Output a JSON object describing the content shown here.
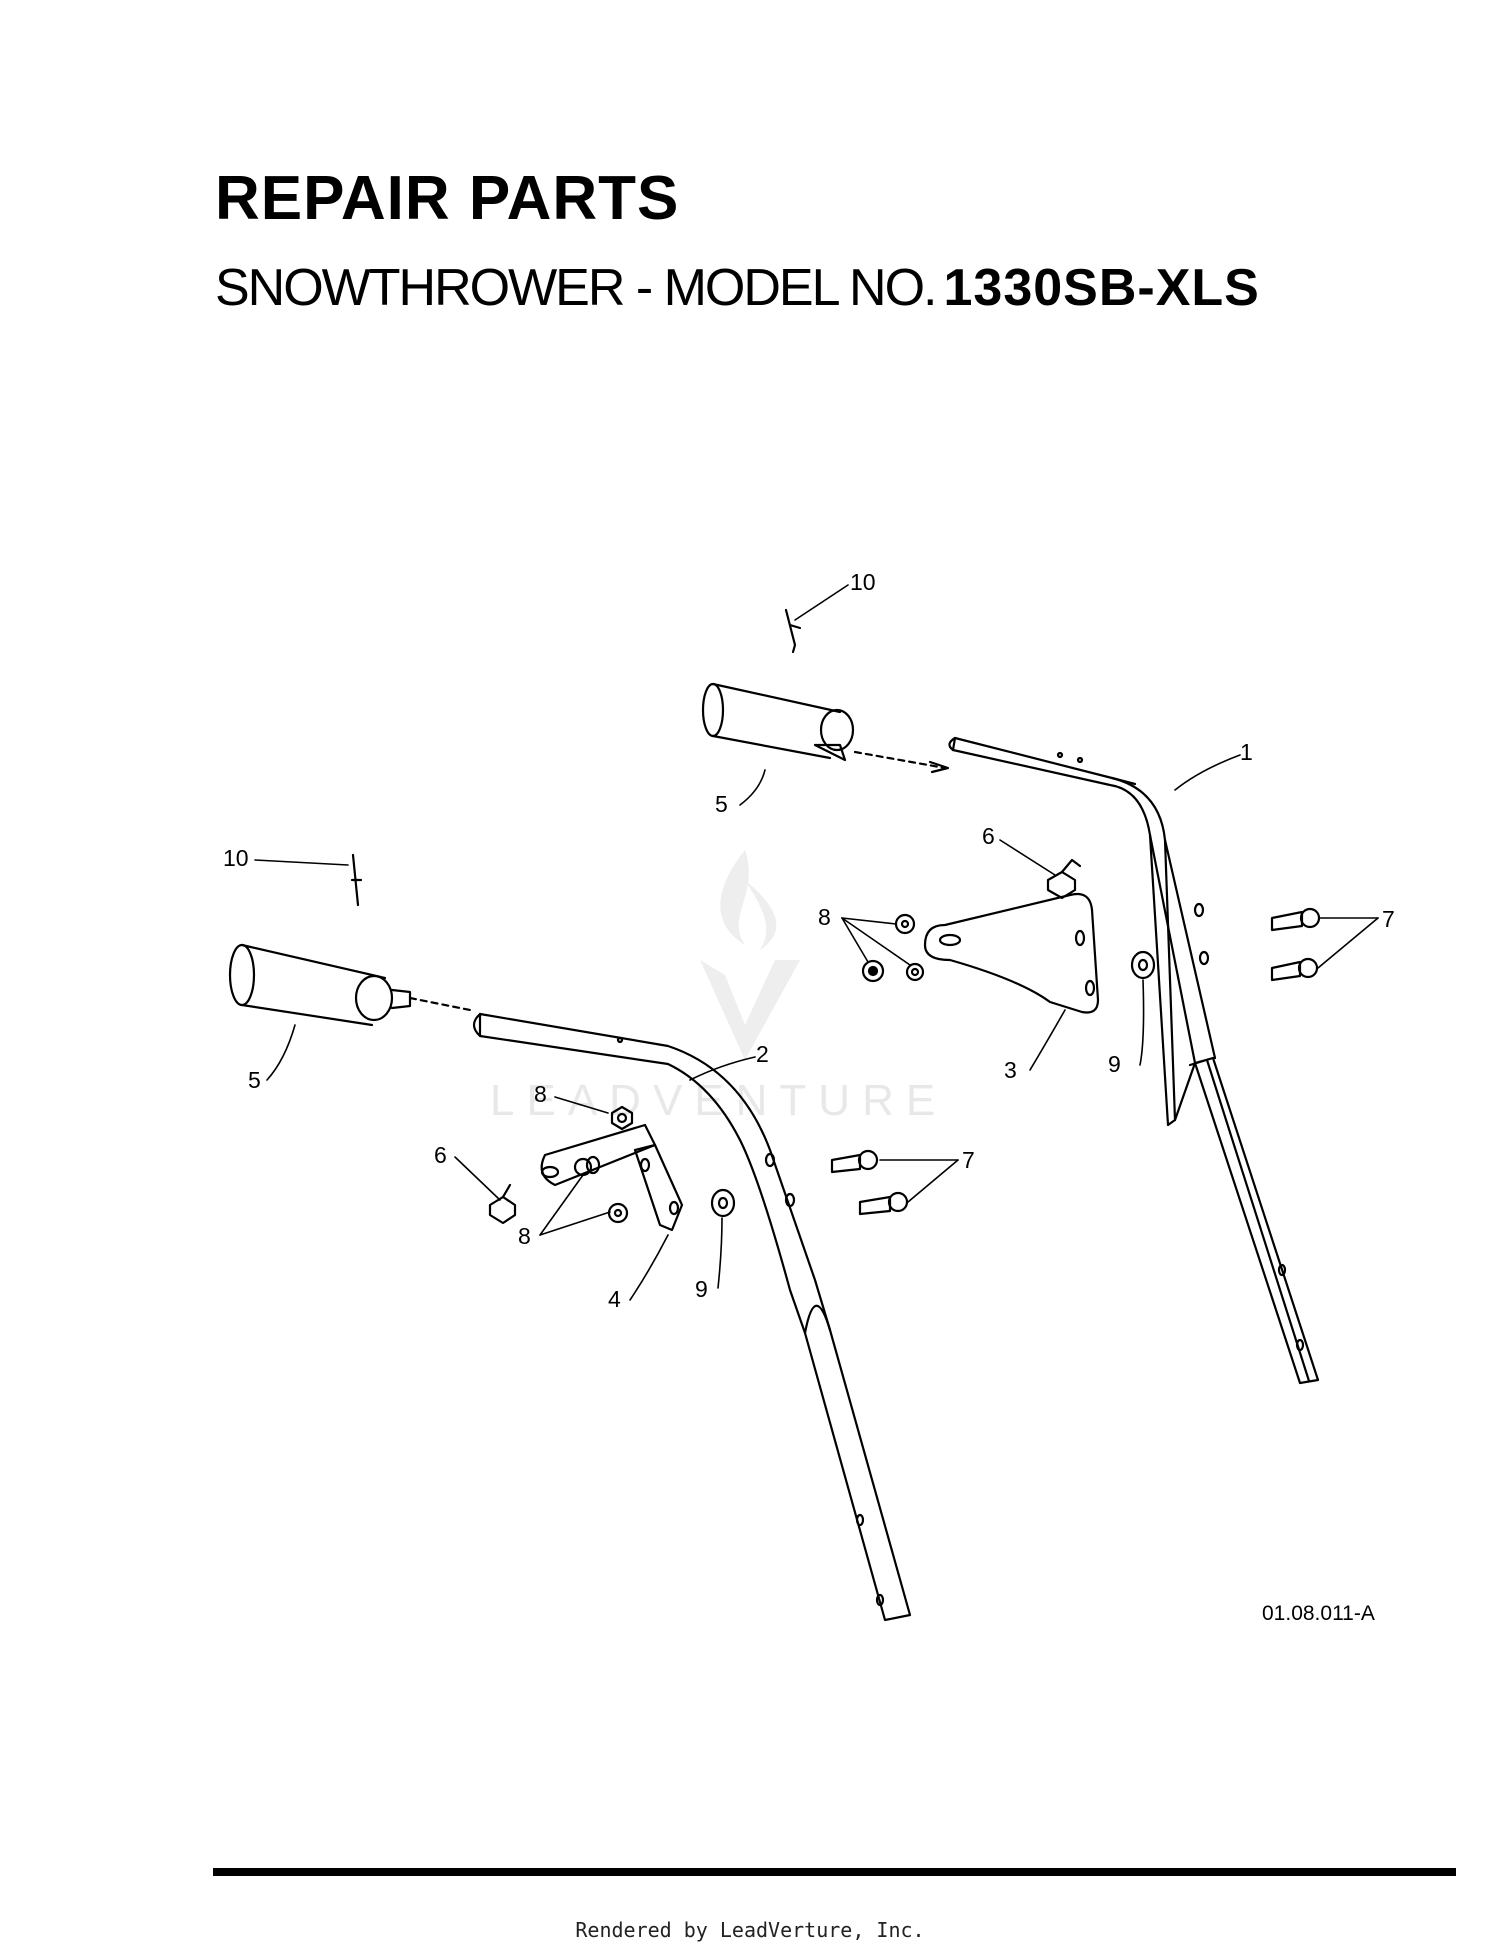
{
  "header": {
    "title": "REPAIR PARTS",
    "subtitle_prefix": "SNOWTHROWER - MODEL NO.",
    "model_number": "1330SB-XLS"
  },
  "diagram": {
    "callouts": {
      "n1": "1",
      "n2": "2",
      "n3": "3",
      "n4": "4",
      "n5_right": "5",
      "n5_left": "5",
      "n6_right": "6",
      "n6_left": "6",
      "n7_right": "7",
      "n7_left": "7",
      "n8_right": "8",
      "n8_left_top": "8",
      "n8_left_bottom": "8",
      "n9_right": "9",
      "n9_left": "9",
      "n10_right": "10",
      "n10_left": "10"
    },
    "figure_id": "01.08.011-A",
    "watermark": "LEADVENTURE"
  },
  "footer": {
    "rendered_by": "Rendered by LeadVerture, Inc."
  }
}
